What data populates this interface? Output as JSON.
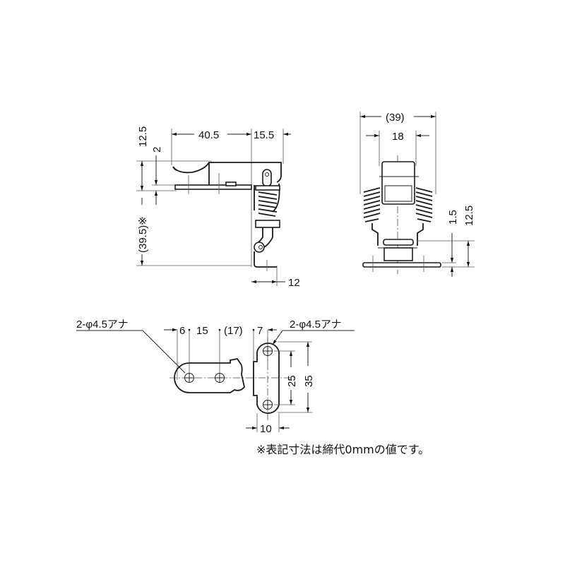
{
  "drawing": {
    "side_view": {
      "dims": {
        "width_top": "40.5",
        "width_right": "15.5",
        "height_top": "12.5",
        "gap": "2",
        "height_total": "(39.5)※",
        "base_width": "12"
      }
    },
    "front_view": {
      "dims": {
        "overall_width": "(39)",
        "inner_width": "18",
        "plate_thickness": "1.5",
        "height": "12.5"
      }
    },
    "bottom_views": {
      "hole_label_left": "2-φ4.5アナ",
      "hole_label_right": "2-φ4.5アナ",
      "dims": {
        "d6": "6",
        "d15": "15",
        "d17": "(17)",
        "d7": "7",
        "d25": "25",
        "d35": "35",
        "d10": "10"
      }
    },
    "footnote": "※表記寸法は締代0mmの値です。"
  }
}
